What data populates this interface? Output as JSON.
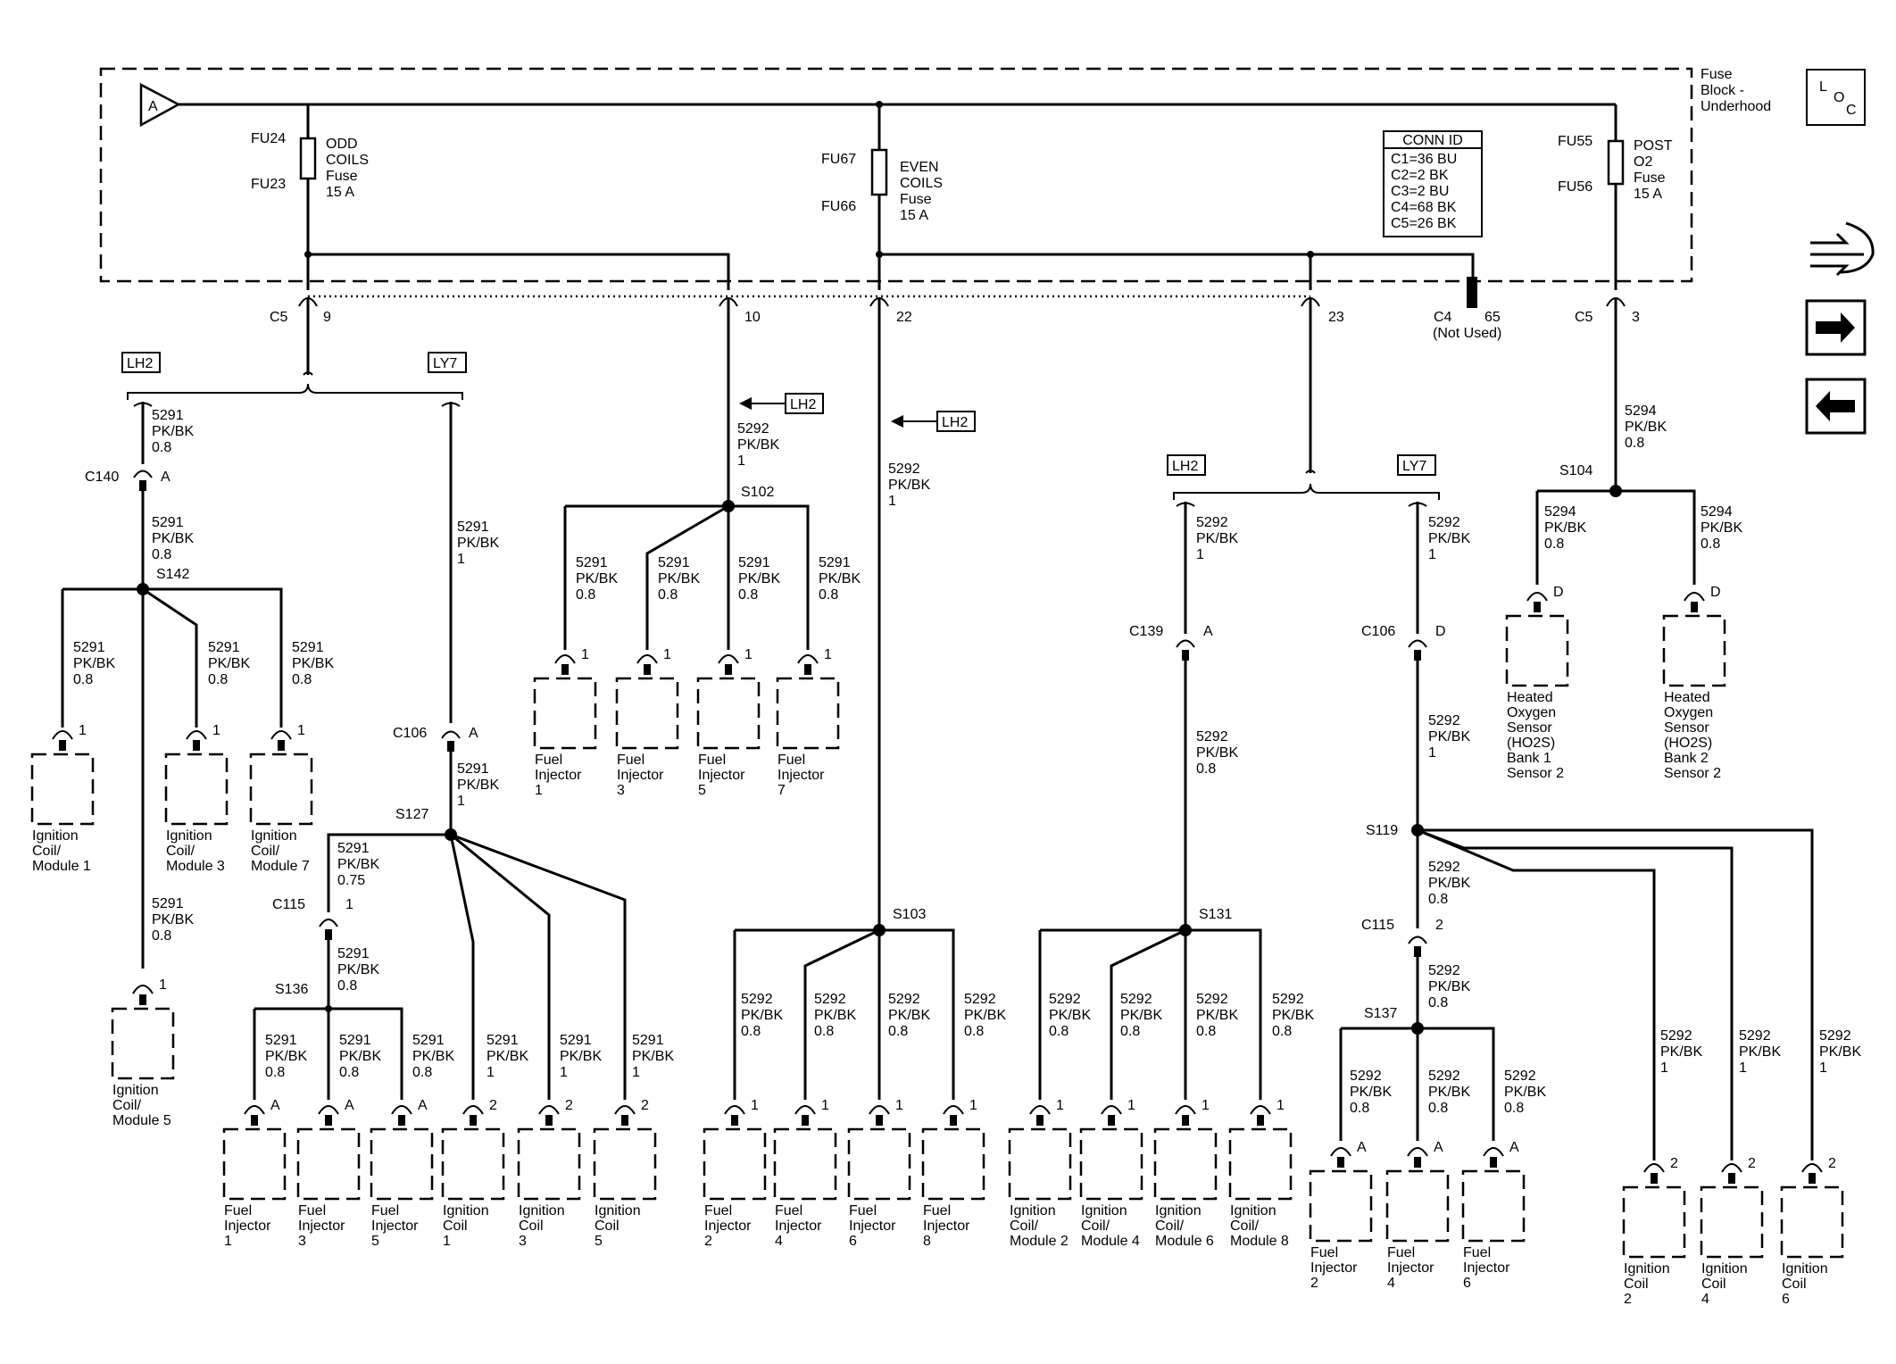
{
  "fuse_block": {
    "title": [
      "Fuse",
      "Block -",
      "Underhood"
    ],
    "locator": [
      "L",
      "O",
      "C"
    ],
    "feed_label": "A",
    "fuses": [
      {
        "top": "FU24",
        "bottom": "FU23",
        "desc": [
          "ODD",
          "COILS",
          "Fuse",
          "15 A"
        ]
      },
      {
        "top": "FU67",
        "bottom": "FU66",
        "desc": [
          "EVEN",
          "COILS",
          "Fuse",
          "15 A"
        ]
      },
      {
        "top": "FU55",
        "bottom": "FU56",
        "desc": [
          "POST",
          "O2",
          "Fuse",
          "15 A"
        ]
      }
    ],
    "conn_id": {
      "title": "CONN ID",
      "rows": [
        "C1=36 BU",
        "C2=2 BK",
        "C3=2 BU",
        "C4=68 BK",
        "C5=26 BK"
      ]
    }
  },
  "pins": {
    "c5": "C5",
    "p9": "9",
    "p10": "10",
    "p22": "22",
    "p23": "23",
    "c4": "C4",
    "p65": "65",
    "not_used": "(Not Used)",
    "c5b": "C5",
    "p3": "3"
  },
  "options": {
    "lh2": "LH2",
    "ly7": "LY7"
  },
  "nav": {
    "right_arrow": "→",
    "left_arrow": "←"
  },
  "splices": {
    "s142": "S142",
    "s127": "S127",
    "s136": "S136",
    "s102": "S102",
    "s103": "S103",
    "s131": "S131",
    "s119": "S119",
    "s137": "S137",
    "s104": "S104"
  },
  "connectors": {
    "c140": "C140",
    "c140_pin": "A",
    "c106a": "C106",
    "c106a_pin": "A",
    "c115a": "C115",
    "c115a_pin": "1",
    "c139": "C139",
    "c139_pin": "A",
    "c106d": "C106",
    "c106d_pin": "D",
    "c115b": "C115",
    "c115b_pin": "2"
  },
  "wires": {
    "w1": [
      "5291",
      "PK/BK",
      "0.8"
    ],
    "w2": [
      "5291",
      "PK/BK",
      "0.8"
    ],
    "w3": [
      "5291",
      "PK/BK",
      "1"
    ],
    "w4": [
      "5291",
      "PK/BK",
      "0.8"
    ],
    "w5": [
      "5291",
      "PK/BK",
      "0.8"
    ],
    "w6": [
      "5291",
      "PK/BK",
      "0.8"
    ],
    "w7": [
      "5291",
      "PK/BK",
      "0.8"
    ],
    "w8": [
      "5291",
      "PK/BK",
      "1"
    ],
    "w9": [
      "5291",
      "PK/BK",
      "0.75"
    ],
    "w10": [
      "5291",
      "PK/BK",
      "0.8"
    ],
    "w11": [
      "5291",
      "PK/BK",
      "0.8"
    ],
    "w12": [
      "5291",
      "PK/BK",
      "0.8"
    ],
    "w13": [
      "5291",
      "PK/BK",
      "0.8"
    ],
    "w14": [
      "5291",
      "PK/BK",
      "1"
    ],
    "w15": [
      "5291",
      "PK/BK",
      "1"
    ],
    "w16": [
      "5291",
      "PK/BK",
      "1"
    ],
    "w17": [
      "5292",
      "PK/BK",
      "1"
    ],
    "w18": [
      "5291",
      "PK/BK",
      "0.8"
    ],
    "w19": [
      "5291",
      "PK/BK",
      "0.8"
    ],
    "w20": [
      "5291",
      "PK/BK",
      "0.8"
    ],
    "w21": [
      "5291",
      "PK/BK",
      "0.8"
    ],
    "w22": [
      "5292",
      "PK/BK",
      "1"
    ],
    "w23": [
      "5292",
      "PK/BK",
      "0.8"
    ],
    "w24": [
      "5292",
      "PK/BK",
      "0.8"
    ],
    "w25": [
      "5292",
      "PK/BK",
      "0.8"
    ],
    "w26": [
      "5292",
      "PK/BK",
      "0.8"
    ],
    "w27": [
      "5292",
      "PK/BK",
      "1"
    ],
    "w28": [
      "5292",
      "PK/BK",
      "0.8"
    ],
    "w29": [
      "5292",
      "PK/BK",
      "0.8"
    ],
    "w30": [
      "5292",
      "PK/BK",
      "0.8"
    ],
    "w31": [
      "5292",
      "PK/BK",
      "0.8"
    ],
    "w32": [
      "5292",
      "PK/BK",
      "0.8"
    ],
    "w33": [
      "5292",
      "PK/BK",
      "1"
    ],
    "w34": [
      "5292",
      "PK/BK",
      "1"
    ],
    "w35": [
      "5292",
      "PK/BK",
      "0.8"
    ],
    "w36": [
      "5292",
      "PK/BK",
      "0.8"
    ],
    "w37": [
      "5292",
      "PK/BK",
      "0.8"
    ],
    "w38": [
      "5292",
      "PK/BK",
      "0.8"
    ],
    "w39": [
      "5292",
      "PK/BK",
      "0.8"
    ],
    "w40": [
      "5292",
      "PK/BK",
      "1"
    ],
    "w41": [
      "5292",
      "PK/BK",
      "1"
    ],
    "w42": [
      "5292",
      "PK/BK",
      "1"
    ],
    "w43": [
      "5294",
      "PK/BK",
      "0.8"
    ],
    "w44": [
      "5294",
      "PK/BK",
      "0.8"
    ],
    "w45": [
      "5294",
      "PK/BK",
      "0.8"
    ]
  },
  "components": [
    {
      "pin": "1",
      "name": [
        "Ignition",
        "Coil/",
        "Module 1"
      ]
    },
    {
      "pin": "1",
      "name": [
        "Ignition",
        "Coil/",
        "Module 5"
      ]
    },
    {
      "pin": "1",
      "name": [
        "Ignition",
        "Coil/",
        "Module 3"
      ]
    },
    {
      "pin": "1",
      "name": [
        "Ignition",
        "Coil/",
        "Module 7"
      ]
    },
    {
      "pin": "A",
      "name": [
        "Fuel",
        "Injector",
        "1"
      ]
    },
    {
      "pin": "A",
      "name": [
        "Fuel",
        "Injector",
        "3"
      ]
    },
    {
      "pin": "A",
      "name": [
        "Fuel",
        "Injector",
        "5"
      ]
    },
    {
      "pin": "2",
      "name": [
        "Ignition",
        "Coil",
        "1"
      ]
    },
    {
      "pin": "2",
      "name": [
        "Ignition",
        "Coil",
        "3"
      ]
    },
    {
      "pin": "2",
      "name": [
        "Ignition",
        "Coil",
        "5"
      ]
    },
    {
      "pin": "1",
      "name": [
        "Fuel",
        "Injector",
        "1"
      ]
    },
    {
      "pin": "1",
      "name": [
        "Fuel",
        "Injector",
        "3"
      ]
    },
    {
      "pin": "1",
      "name": [
        "Fuel",
        "Injector",
        "5"
      ]
    },
    {
      "pin": "1",
      "name": [
        "Fuel",
        "Injector",
        "7"
      ]
    },
    {
      "pin": "1",
      "name": [
        "Fuel",
        "Injector",
        "2"
      ]
    },
    {
      "pin": "1",
      "name": [
        "Fuel",
        "Injector",
        "4"
      ]
    },
    {
      "pin": "1",
      "name": [
        "Fuel",
        "Injector",
        "6"
      ]
    },
    {
      "pin": "1",
      "name": [
        "Fuel",
        "Injector",
        "8"
      ]
    },
    {
      "pin": "1",
      "name": [
        "Ignition",
        "Coil/",
        "Module 2"
      ]
    },
    {
      "pin": "1",
      "name": [
        "Ignition",
        "Coil/",
        "Module 4"
      ]
    },
    {
      "pin": "1",
      "name": [
        "Ignition",
        "Coil/",
        "Module 6"
      ]
    },
    {
      "pin": "1",
      "name": [
        "Ignition",
        "Coil/",
        "Module 8"
      ]
    },
    {
      "pin": "A",
      "name": [
        "Fuel",
        "Injector",
        "2"
      ]
    },
    {
      "pin": "A",
      "name": [
        "Fuel",
        "Injector",
        "4"
      ]
    },
    {
      "pin": "A",
      "name": [
        "Fuel",
        "Injector",
        "6"
      ]
    },
    {
      "pin": "2",
      "name": [
        "Ignition",
        "Coil",
        "2"
      ]
    },
    {
      "pin": "2",
      "name": [
        "Ignition",
        "Coil",
        "4"
      ]
    },
    {
      "pin": "2",
      "name": [
        "Ignition",
        "Coil",
        "6"
      ]
    },
    {
      "pin": "D",
      "name": [
        "Heated",
        "Oxygen",
        "Sensor",
        "(HO2S)",
        "Bank 1",
        "Sensor 2"
      ]
    },
    {
      "pin": "D",
      "name": [
        "Heated",
        "Oxygen",
        "Sensor",
        "(HO2S)",
        "Bank 2",
        "Sensor 2"
      ]
    }
  ]
}
